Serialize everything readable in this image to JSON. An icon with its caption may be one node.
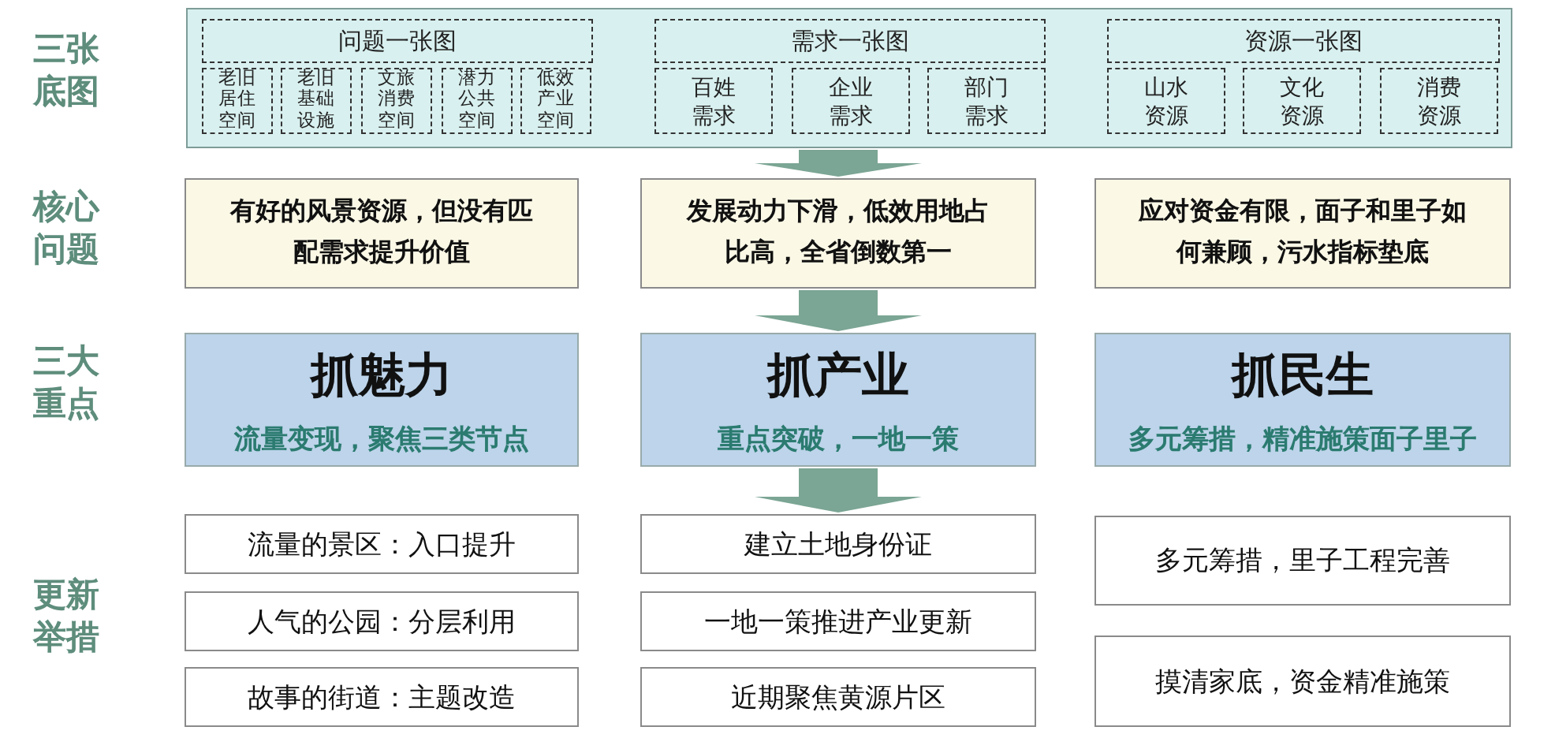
{
  "diagram": {
    "nodes": [
      {
        "text": [],
        "shape": "box"
      },
      {
        "text": [
          "问题一张图"
        ],
        "in": 0
      },
      {
        "text": [
          "老旧居住空间"
        ],
        "in": 0
      },
      {
        "text": [
          "老旧基础设施"
        ],
        "in": 0
      },
      {
        "text": [
          "文旅消费空间"
        ],
        "in": 0
      },
      {
        "text": [
          "潜力公共空间"
        ],
        "in": 0
      },
      {
        "text": [
          "低效产业空间"
        ],
        "in": 0
      },
      {
        "text": [
          "需求一张图"
        ],
        "in": 0
      },
      {
        "text": [
          "百姓需求"
        ],
        "in": 0
      },
      {
        "text": [
          "企业需求"
        ],
        "in": 0
      },
      {
        "text": [
          "部门需求"
        ],
        "in": 0
      },
      {
        "text": [
          "资源一张图"
        ],
        "in": 0
      },
      {
        "text": [
          "山水资源"
        ],
        "in": 0
      },
      {
        "text": [
          "文化资源"
        ],
        "in": 0
      },
      {
        "text": [
          "消费资源"
        ],
        "in": 0
      },
      {
        "text": [
          "有好的风景资源，但没有匹配需求提升价值"
        ]
      },
      {
        "text": [
          "发展动力下滑，低效用地占比高，全省倒数第一"
        ]
      },
      {
        "text": [
          "应对资金有限，面子和里子如何兼顾，污水指标垫底"
        ]
      },
      {
        "text": [
          "抓魅力",
          "流量变现，聚焦三类节点"
        ]
      },
      {
        "text": [
          "抓产业",
          "重点突破，一地一策"
        ]
      },
      {
        "text": [
          "抓民生",
          "多元筹措，精准施策面子里子"
        ]
      },
      {
        "text": [
          "流量的景区：入口提升"
        ]
      },
      {
        "text": [
          "建立土地身份证"
        ]
      },
      {
        "text": [
          "多元筹措，里子工程完善"
        ]
      },
      {
        "text": [
          "人气的公园：分层利用"
        ]
      },
      {
        "text": [
          "一地一策推进产业更新"
        ]
      },
      {
        "text": [
          "摸清家底，资金精准施策"
        ]
      },
      {
        "text": [
          "故事的街道：主题改造"
        ]
      },
      {
        "text": [
          "近期聚焦黄源片区"
        ]
      }
    ],
    "edges": [
      {
        "from": 0,
        "to": 16,
        "arrow": "to"
      },
      {
        "from": 16,
        "to": 19,
        "arrow": "to"
      },
      {
        "from": 19,
        "to": 22,
        "arrow": "to"
      }
    ],
    "labels": [
      "三张底图",
      "核心问题",
      "三大重点",
      "更新举措"
    ]
  }
}
